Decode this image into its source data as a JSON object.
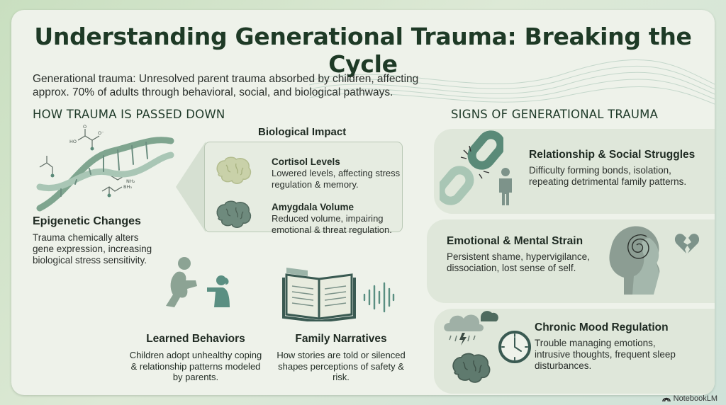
{
  "title": "Understanding Generational Trauma: Breaking the Cycle",
  "intro": "Generational trauma: Unresolved parent trauma absorbed by children, affecting approx. 70% of adults through behavioral, social, and biological pathways.",
  "left_section": {
    "heading": "HOW TRAUMA IS PASSED DOWN",
    "biological_impact": {
      "title": "Biological Impact",
      "items": [
        {
          "title": "Cortisol Levels",
          "desc": "Lowered levels, affecting stress regulation & memory."
        },
        {
          "title": "Amygdala Volume",
          "desc": "Reduced volume, impairing emotional & threat regulation."
        }
      ]
    },
    "epigenetic": {
      "title": "Epigenetic Changes",
      "desc": "Trauma chemically alters gene expression, increasing biological stress sensitivity."
    },
    "learned_behaviors": {
      "title": "Learned Behaviors",
      "desc": "Children adopt unhealthy coping & relationship patterns modeled by parents."
    },
    "family_narratives": {
      "title": "Family Narratives",
      "desc": "How stories are told or silenced shapes perceptions of safety & risk."
    }
  },
  "right_section": {
    "heading": "SIGNS OF GENERATIONAL TRAUMA",
    "signs": [
      {
        "title": "Relationship & Social Struggles",
        "desc": "Difficulty forming bonds, isolation, repeating detrimental family patterns."
      },
      {
        "title": "Emotional & Mental Strain",
        "desc": "Persistent shame, hypervigilance, dissociation, lost sense of self."
      },
      {
        "title": "Chronic Mood Regulation",
        "desc": "Trouble managing emotions, intrusive thoughts, frequent sleep disturbances."
      }
    ]
  },
  "molecule_labels": [
    "HO",
    "O",
    "O⁻",
    "NH₂",
    "BH₃"
  ],
  "brand": "NotebookLM",
  "icons": [
    "dna-icon",
    "brain-icon",
    "parent-child-icon",
    "book-icon",
    "sound-wave-icon",
    "broken-chain-icon",
    "person-icon",
    "head-spiral-icon",
    "broken-heart-icon",
    "storm-cloud-icon",
    "clock-icon"
  ],
  "colors": {
    "accent_green": "#7fa58f",
    "dark_green": "#1e3a26",
    "teal": "#5a8a78",
    "gray": "#6b7a72"
  }
}
